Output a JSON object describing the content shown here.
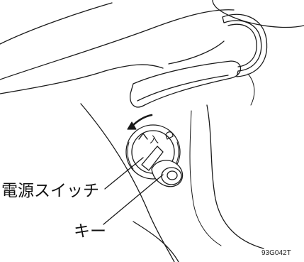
{
  "labels": {
    "power_switch": "電源スイッチ",
    "key": "キー"
  },
  "dial_marks": {
    "on": "入"
  },
  "figure_code": "93G042T",
  "colors": {
    "line": "#1a1a1a",
    "background": "#ffffff"
  }
}
